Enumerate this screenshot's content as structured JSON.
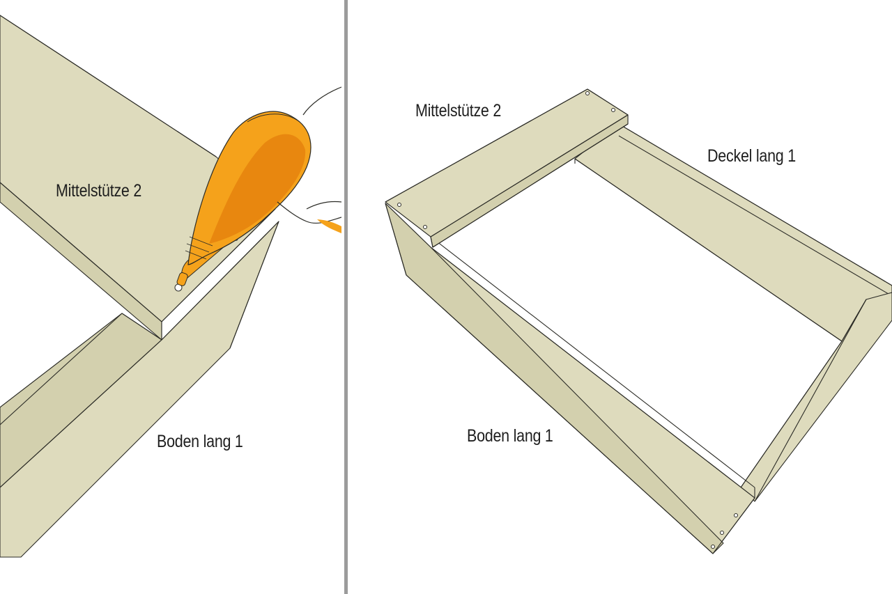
{
  "panels": {
    "left": {
      "labels": {
        "support": "Mittelstütze 2",
        "bottom": "Boden lang 1"
      },
      "icons": [
        "drill-icon",
        "hand-icon"
      ]
    },
    "right": {
      "labels": {
        "support": "Mittelstütze 2",
        "lid": "Deckel lang 1",
        "bottom": "Boden lang 1"
      }
    }
  },
  "colors": {
    "wood": "#dedbbd",
    "wood_shade": "#d3d0ae",
    "outline": "#2b2b26",
    "drill_orange": "#f5a21b",
    "drill_dark": "#e8870f",
    "divider": "#9b9b9b",
    "background": "#ffffff"
  }
}
